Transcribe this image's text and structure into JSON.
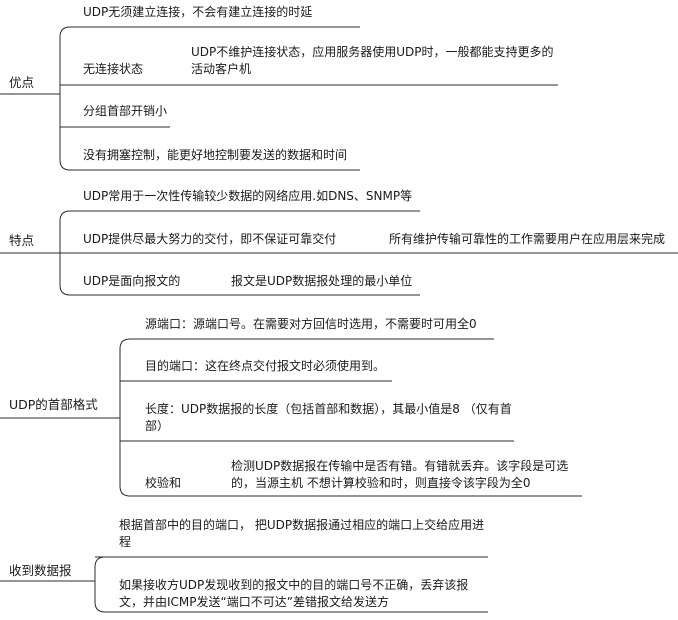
{
  "groups": [
    {
      "label": "优点",
      "items": [
        {
          "text": "UDP无须建立连接，不会有建立连接的时延"
        },
        {
          "text": "无连接状态",
          "detail": "UDP不维护连接状态，应用服务器使用UDP时，一般都能支持更多的活动客户机"
        },
        {
          "text": "分组首部开销小"
        },
        {
          "text": "没有拥塞控制，能更好地控制要发送的数据和时间"
        }
      ]
    },
    {
      "label": "特点",
      "items": [
        {
          "text": "UDP常用于一次性传输较少数据的网络应用.如DNS、SNMP等"
        },
        {
          "text": "UDP提供尽最大努力的交付，即不保证可靠交付",
          "detail": "所有维护传输可靠性的工作需要用户在应用层来完成"
        },
        {
          "text": "UDP是面向报文的",
          "detail": "报文是UDP数据报处理的最小单位"
        }
      ]
    },
    {
      "label": "UDP的首部格式",
      "items": [
        {
          "text": "源端口：源端口号。在需要对方回信时选用，不需要时可用全0"
        },
        {
          "text": "目的端口：这在终点交付报文时必须使用到。"
        },
        {
          "text": "长度：UDP数据报的长度（包括首部和数据），其最小值是8 （仅有首部）"
        },
        {
          "text": "校验和",
          "detail": "检测UDP数据报在传输中是否有错。有错就丢弃。该字段是可选的，当源主机 不想计算校验和时，则直接令该字段为全0"
        }
      ]
    },
    {
      "label": "收到数据报",
      "items": [
        {
          "text": "根据首部中的目的端口， 把UDP数据报通过相应的端口上交给应用进程"
        },
        {
          "text": "如果接收方UDP发现收到的报文中的目的端口号不正确，丢弃该报文，并由ICMP发送“端口不可达”差错报文给发送方"
        }
      ]
    }
  ]
}
